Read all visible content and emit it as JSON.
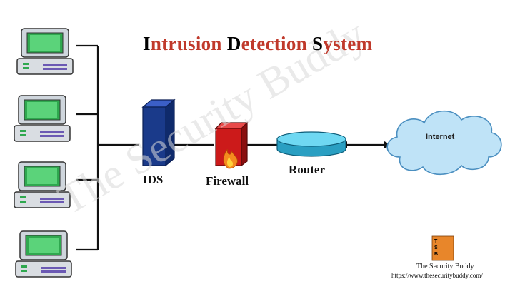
{
  "title": {
    "words": [
      {
        "cap": "I",
        "rest": "ntrusion"
      },
      {
        "cap": "D",
        "rest": "etection"
      },
      {
        "cap": "S",
        "rest": "ystem"
      }
    ]
  },
  "nodes": {
    "ids": "IDS",
    "firewall": "Firewall",
    "router": "Router",
    "internet": "Internet"
  },
  "watermark": "The Security Buddy",
  "brand": {
    "logo_letters": [
      "T",
      "S",
      "B"
    ],
    "name": "The Security Buddy",
    "url": "https://www.thesecuritybuddy.com/"
  },
  "colors": {
    "title_accent": "#c0392b",
    "ids_blue": "#1a3a8a",
    "firewall_red": "#cc1a1a",
    "router_cyan": "#4cc9e8",
    "cloud_blue": "#bfe3f7",
    "logo_orange": "#e8862a"
  }
}
